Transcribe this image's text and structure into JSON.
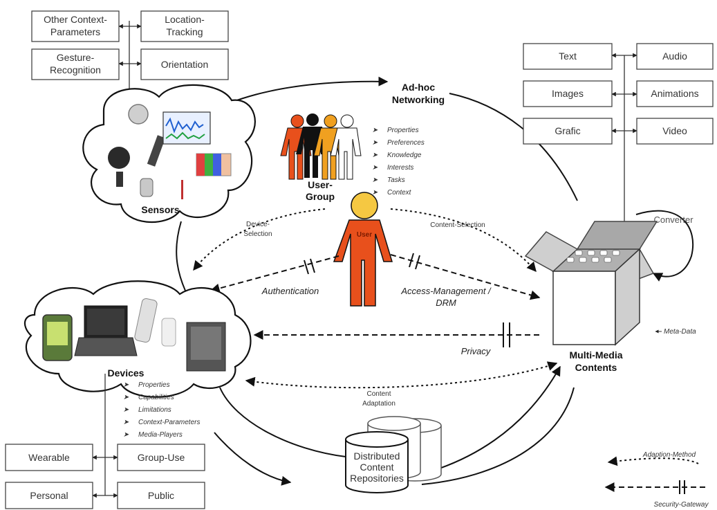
{
  "sensor_boxes": {
    "other_context_line1": "Other Context-",
    "other_context_line2": "Parameters",
    "location_line1": "Location-",
    "location_line2": "Tracking",
    "gesture_line1": "Gesture-",
    "gesture_line2": "Recognition",
    "orientation": "Orientation"
  },
  "media_boxes": {
    "text": "Text",
    "audio": "Audio",
    "images": "Images",
    "animations": "Animations",
    "grafic": "Grafic",
    "video": "Video"
  },
  "device_boxes": {
    "wearable": "Wearable",
    "group_use": "Group-Use",
    "personal": "Personal",
    "public": "Public"
  },
  "labels": {
    "sensors": "Sensors",
    "devices": "Devices",
    "adhoc_line1": "Ad-hoc",
    "adhoc_line2": "Networking",
    "user_group_line1": "User-",
    "user_group_line2": "Group",
    "user": "User",
    "multimedia_line1": "Multi-Media",
    "multimedia_line2": "Contents",
    "converter": "Converter",
    "meta_data": "Meta-Data",
    "device_selection_line1": "Device-",
    "device_selection_line2": "Selection",
    "content_selection": "Content-Selection",
    "authentication": "Authentication",
    "access_line1": "Access-Management /",
    "access_line2": "DRM",
    "privacy": "Privacy",
    "content_adaptation_line1": "Content",
    "content_adaptation_line2": "Adaptation",
    "repo_line1": "Distributed",
    "repo_line2": "Content",
    "repo_line3": "Repositories"
  },
  "user_group_attributes": [
    "Properties",
    "Preferences",
    "Knowledge",
    "Interests",
    "Tasks",
    "Context"
  ],
  "device_attributes": [
    "Properties",
    "Capabilities",
    "Limitations",
    "Context-Parameters",
    "Media-Players"
  ],
  "legend": {
    "adaptation_method": "Adaption-Method",
    "security_gateway": "Security-Gateway"
  },
  "colors": {
    "user_orange": "#e8501c",
    "user_yellow": "#f5c842",
    "user_black": "#111111",
    "user_amber": "#f0a020"
  }
}
